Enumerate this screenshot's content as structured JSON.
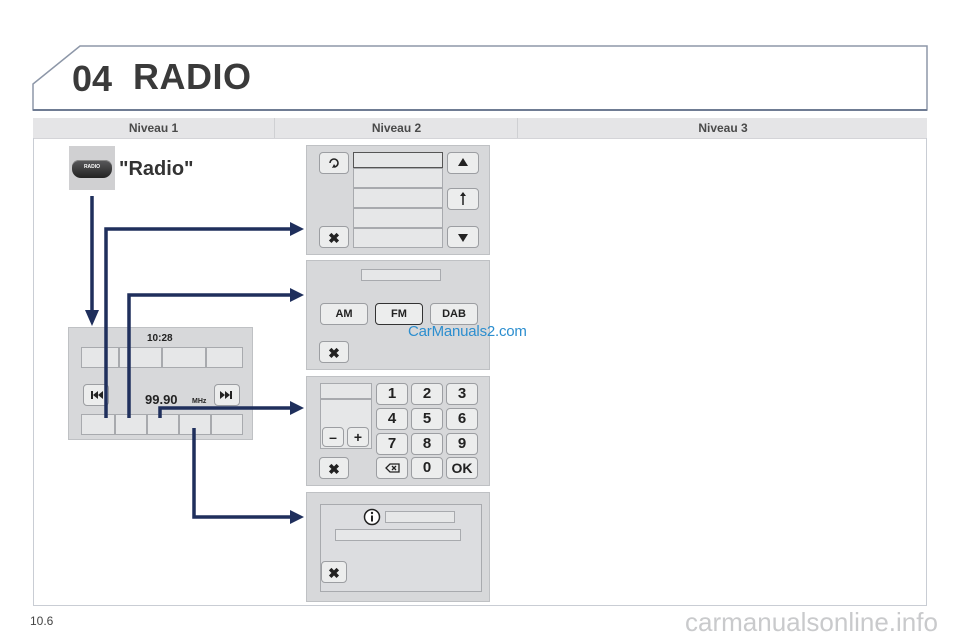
{
  "header": {
    "chapter_number": "04",
    "chapter_title": "RADIO"
  },
  "columns": [
    "Niveau 1",
    "Niveau 2",
    "Niveau 3"
  ],
  "level1": {
    "button_label": "RADIO",
    "caption": "\"Radio\""
  },
  "main_screen": {
    "clock": "10:28",
    "frequency": "99.90",
    "frequency_unit": "MHz"
  },
  "band_panel": {
    "bands": [
      "AM",
      "FM",
      "DAB"
    ]
  },
  "keypad_panel": {
    "keys": [
      "1",
      "2",
      "3",
      "4",
      "5",
      "6",
      "7",
      "8",
      "9",
      "0",
      "OK"
    ],
    "minus": "–",
    "plus": "+"
  },
  "watermark_mid": "CarManuals2.com",
  "page_number": "10.6",
  "watermark_bottom": "carmanualsonline.info",
  "colors": {
    "arrow": "#1f2f5c",
    "panel": "#d7d8da",
    "header_band": "#e5e5e7",
    "watermark": "#2c8ecf"
  }
}
